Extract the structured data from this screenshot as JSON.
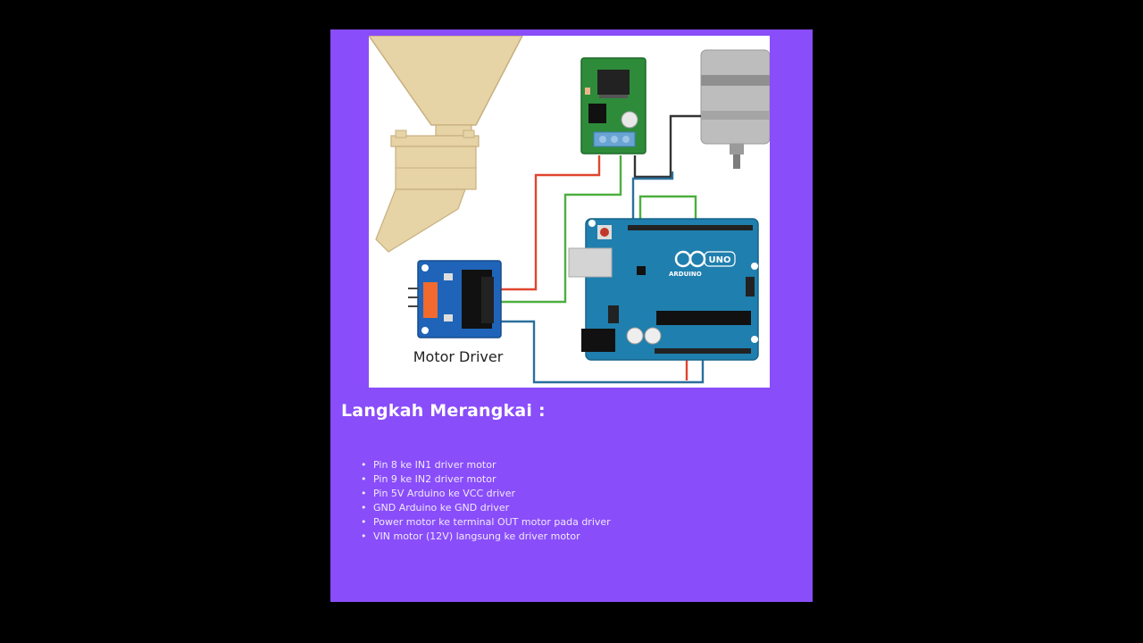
{
  "figure": {
    "motor_driver_caption": "Motor Driver",
    "arduino_brand": "ARDUINO",
    "arduino_model": "UNO"
  },
  "heading": "Langkah Merangkai :",
  "steps": [
    "Pin 8 ke IN1 driver motor",
    "Pin 9 ke IN2 driver motor",
    "Pin 5V Arduino ke VCC driver",
    "GND Arduino ke GND driver",
    "Power motor ke terminal OUT motor pada driver",
    "VIN motor (12V) langsung ke driver motor"
  ],
  "colors": {
    "slide_background": "#8a4dfa",
    "page_background": "#000000",
    "wire_red": "#e0452f",
    "wire_green": "#4caf3f",
    "wire_blue": "#2b6f9e",
    "arduino_board": "#1f7fae",
    "driver_board": "#1f64b8",
    "module_board": "#2e8b3a",
    "hopper": "#e6d3a6"
  }
}
